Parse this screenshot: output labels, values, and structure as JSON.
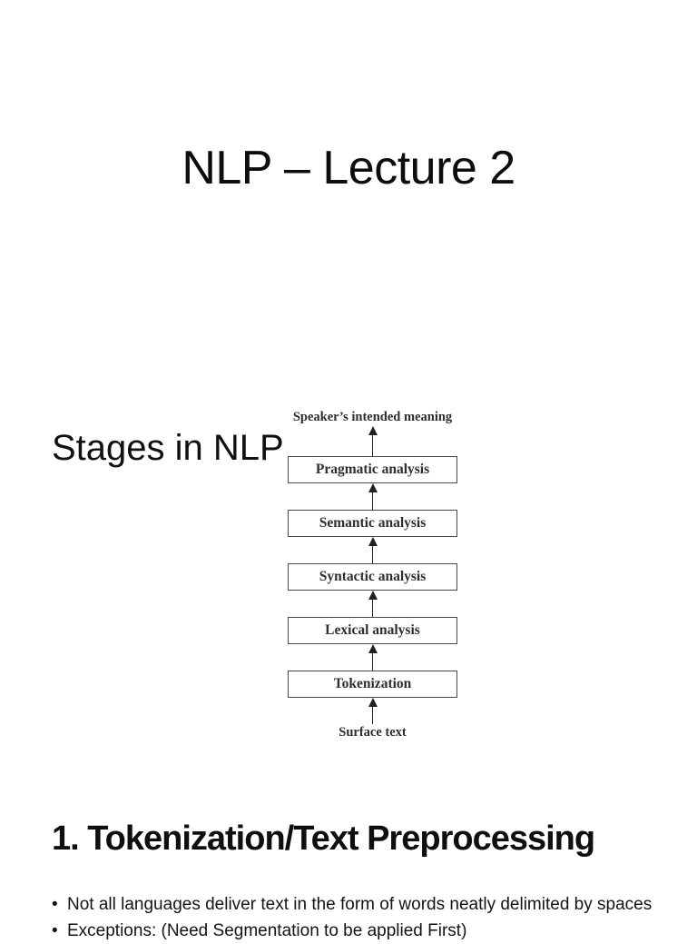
{
  "page": {
    "background": "#ffffff",
    "text_color": "#1a1a1a",
    "diagram_ink": "#2e2e2e"
  },
  "slides": [
    {
      "title": "NLP – Lecture 2"
    },
    {
      "title": "Stages in NLP",
      "diagram": {
        "top_label": "Speaker’s intended meaning",
        "stages": [
          "Pragmatic analysis",
          "Semantic analysis",
          "Syntactic analysis",
          "Lexical analysis",
          "Tokenization"
        ],
        "bottom_label": "Surface text"
      }
    },
    {
      "title": "1. Tokenization/Text Preprocessing",
      "bullets": [
        "Not all languages deliver text in the form of words neatly delimited by spaces",
        "Exceptions: (Need Segmentation to be applied First)"
      ],
      "bullet_marker": "•"
    }
  ]
}
